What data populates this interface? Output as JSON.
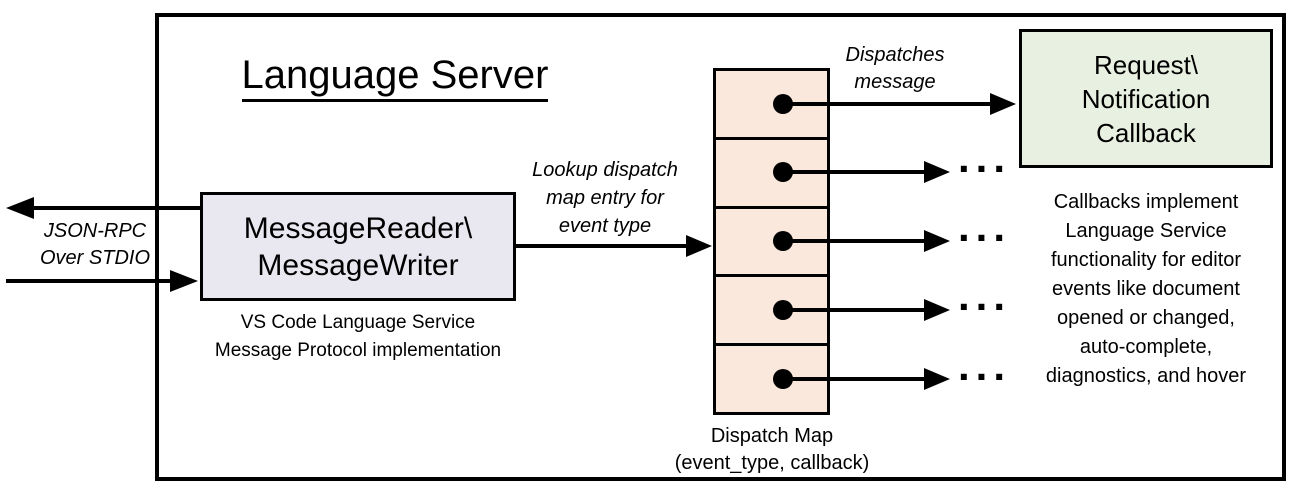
{
  "title": "Language Server",
  "io_label": "JSON-RPC\nOver STDIO",
  "message_box": {
    "label": "MessageReader\\\nMessageWriter",
    "caption": "VS Code Language Service\nMessage Protocol implementation"
  },
  "lookup_label": "Lookup dispatch\nmap entry for\nevent type",
  "dispatches_label": "Dispatches\nmessage",
  "dispatch_map": {
    "row_count": 5,
    "caption": "Dispatch Map\n(event_type, callback)"
  },
  "callback_box": {
    "label": "Request\\\nNotification\nCallback",
    "caption": "Callbacks implement\nLanguage Service\nfunctionality for editor\nevents like document\nopened or changed,\nauto-complete,\ndiagnostics, and hover"
  },
  "ellipsis": "...",
  "colors": {
    "line": "#000000",
    "message_box_fill": "#E9E8F1",
    "dispatch_map_fill": "#FBE8DC",
    "callback_box_fill": "#E8F0E1"
  }
}
